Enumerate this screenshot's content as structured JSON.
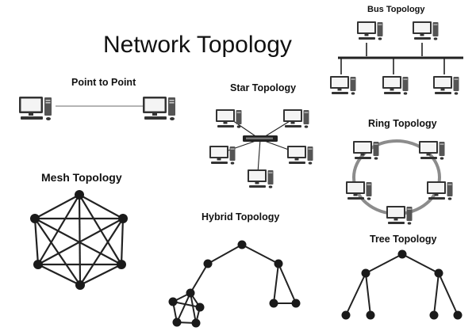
{
  "title": "Network Topology",
  "topologies": {
    "point_to_point": "Point to Point",
    "star": "Star Topology",
    "bus": "Bus Topology",
    "ring": "Ring Topology",
    "mesh": "Mesh Topology",
    "hybrid": "Hybrid Topology",
    "tree": "Tree Topology"
  },
  "icons": {
    "computer": "desktop-computer-icon",
    "switch": "network-switch-icon",
    "node": "network-node"
  },
  "colors": {
    "line": "#222222",
    "ring": "#8c8c8c",
    "node": "#1a1a1a",
    "monitor": "#f4f4f4"
  }
}
